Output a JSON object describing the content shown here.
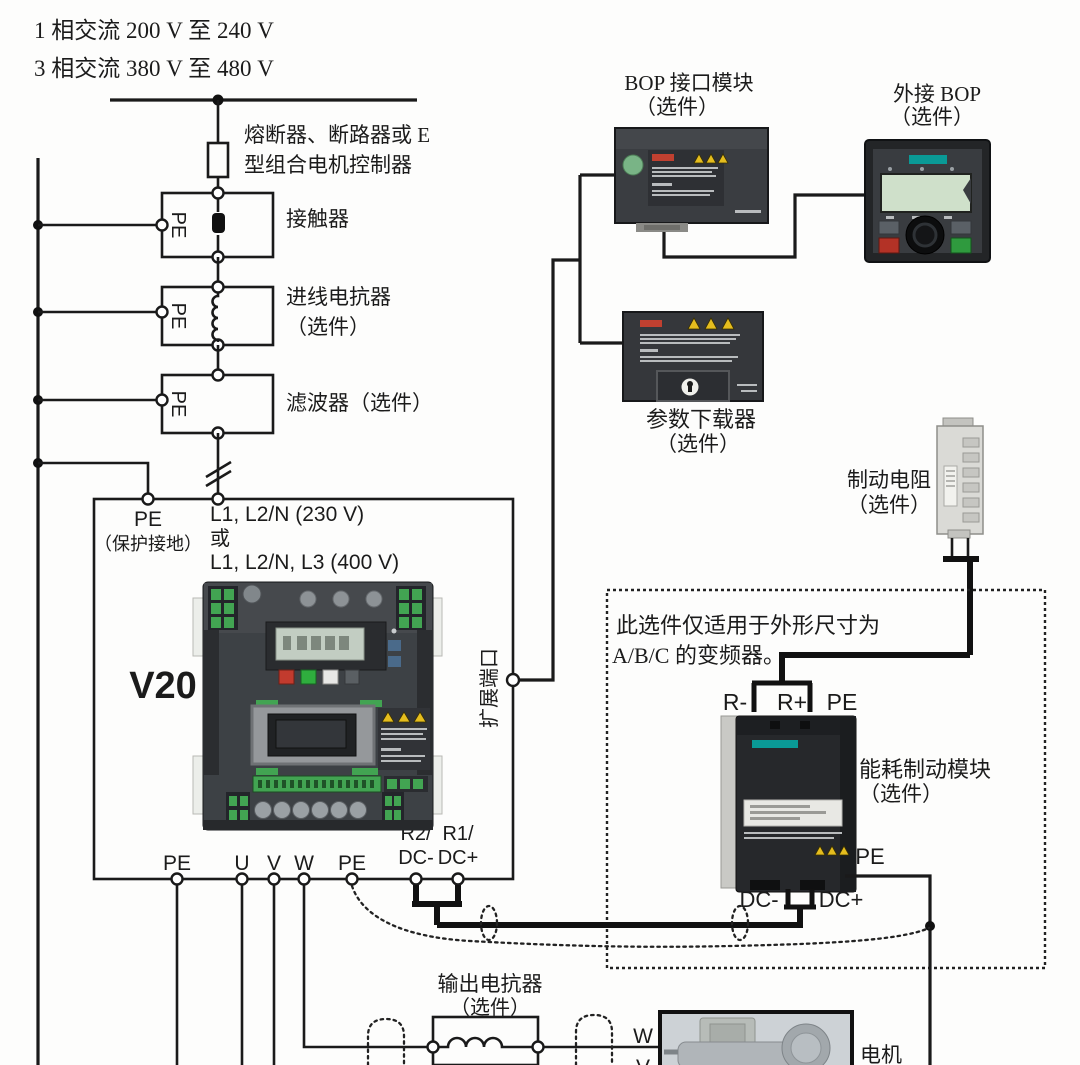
{
  "title_block": {
    "supply_1ph": "1 相交流 200 V 至 240 V",
    "supply_3ph": "3 相交流 380 V 至 480 V"
  },
  "input_chain": {
    "fuse_label_1": "熔断器、断路器或 E",
    "fuse_label_2": "型组合电机控制器",
    "contactor_label": "接触器",
    "contactor_pe": "PE",
    "line_reactor_label_1": "进线电抗器",
    "line_reactor_label_2": "（选件）",
    "line_reactor_pe": "PE",
    "filter_label": "滤波器（选件）",
    "filter_pe": "PE"
  },
  "inverter": {
    "model": "V20",
    "pe_top": "PE",
    "pe_top_note": "（保护接地）",
    "supply_230": "L1, L2/N (230 V)",
    "or_word": "或",
    "supply_400": "L1, L2/N, L3 (400 V)",
    "expansion_port": "扩展端口",
    "terminals": {
      "pe_left": "PE",
      "u": "U",
      "v": "V",
      "w": "W",
      "pe_mid": "PE",
      "r2": "R2/",
      "dc_minus": "DC-",
      "r1": "R1/",
      "dc_plus": "DC+"
    }
  },
  "bop_module": {
    "label_1": "BOP 接口模块",
    "label_2": "（选件）"
  },
  "external_bop": {
    "label_1": "外接 BOP",
    "label_2": "（选件）"
  },
  "downloader": {
    "label_1": "参数下载器",
    "label_2": "（选件）"
  },
  "braking_resistor": {
    "label_1": "制动电阻",
    "label_2": "（选件）"
  },
  "braking_option": {
    "note_1": "此选件仅适用于外形尺寸为",
    "note_2": "A/B/C 的变频器。",
    "module_label_1": "能耗制动模块",
    "module_label_2": "（选件）",
    "r_minus": "R-",
    "r_plus": "R+",
    "pe": "PE",
    "dc_minus": "DC-",
    "dc_plus": "DC+",
    "pe_out": "PE"
  },
  "output_section": {
    "reactor_label_1": "输出电抗器",
    "reactor_label_2": "（选件）",
    "w_label": "W",
    "v_label": "V",
    "motor_label": "电机"
  },
  "colors": {
    "line": "#1a1a1a",
    "device_dark": "#36383c",
    "green_terminal": "#42a452",
    "lcd_green": "#cfe0ca",
    "warning_yellow": "#e5bd1e",
    "danger_red": "#c04030",
    "siemens_teal": "#0a9a96",
    "light_gray": "#d9d9d5"
  }
}
